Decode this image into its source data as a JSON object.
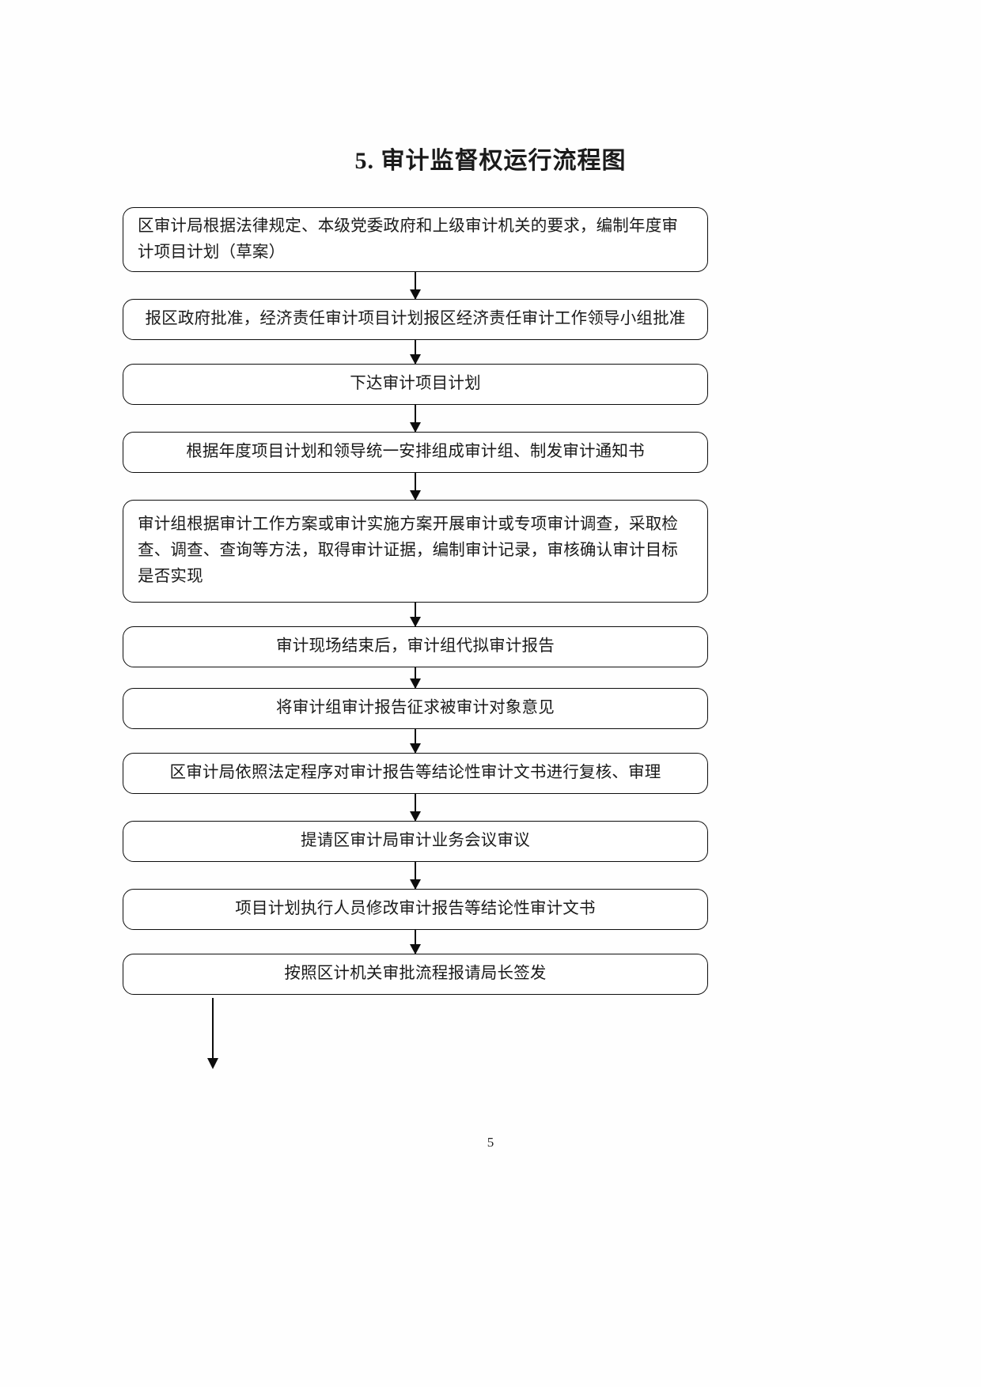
{
  "document": {
    "title": "5. 审计监督权运行流程图",
    "page_number": "5",
    "background_color": "#ffffff",
    "line_color": "#0d0d0d"
  },
  "flowchart": {
    "type": "flowchart",
    "orientation": "vertical",
    "node_shape": "rounded-rectangle",
    "nodes": [
      {
        "id": "n1",
        "label": "区审计局根据法律规定、本级党委政府和上级审计机关的要求，编制年度审计项目计划（草案）",
        "align": "left",
        "size": "tall"
      },
      {
        "id": "n2",
        "label": "报区政府批准，经济责任审计项目计划报区经济责任审计工作领导小组批准",
        "align": "center",
        "size": "normal"
      },
      {
        "id": "n3",
        "label": "下达审计项目计划",
        "align": "center",
        "size": "normal"
      },
      {
        "id": "n4",
        "label": "根据年度项目计划和领导统一安排组成审计组、制发审计通知书",
        "align": "center",
        "size": "normal"
      },
      {
        "id": "n5",
        "label": "审计组根据审计工作方案或审计实施方案开展审计或专项审计调查，采取检查、调查、查询等方法，取得审计证据，编制审计记录，审核确认审计目标是否实现",
        "align": "left",
        "size": "big"
      },
      {
        "id": "n6",
        "label": "审计现场结束后，审计组代拟审计报告",
        "align": "center",
        "size": "normal"
      },
      {
        "id": "n7",
        "label": "将审计组审计报告征求被审计对象意见",
        "align": "center",
        "size": "normal"
      },
      {
        "id": "n8",
        "label": "区审计局依照法定程序对审计报告等结论性审计文书进行复核、审理",
        "align": "center",
        "size": "normal"
      },
      {
        "id": "n9",
        "label": "提请区审计局审计业务会议审议",
        "align": "center",
        "size": "normal"
      },
      {
        "id": "n10",
        "label": "项目计划执行人员修改审计报告等结论性审计文书",
        "align": "center",
        "size": "normal"
      },
      {
        "id": "n11",
        "label": "按照区计机关审批流程报请局长签发",
        "align": "center",
        "size": "normal"
      }
    ],
    "connectors": [
      {
        "from": "n1",
        "to": "n2",
        "style": "arrow-down"
      },
      {
        "from": "n2",
        "to": "n3",
        "style": "arrow-down"
      },
      {
        "from": "n3",
        "to": "n4",
        "style": "arrow-down"
      },
      {
        "from": "n4",
        "to": "n5",
        "style": "arrow-down"
      },
      {
        "from": "n5",
        "to": "n6",
        "style": "arrow-down"
      },
      {
        "from": "n6",
        "to": "n7",
        "style": "arrow-down"
      },
      {
        "from": "n7",
        "to": "n8",
        "style": "arrow-down"
      },
      {
        "from": "n8",
        "to": "n9",
        "style": "arrow-down"
      },
      {
        "from": "n9",
        "to": "n10",
        "style": "arrow-down"
      },
      {
        "from": "n10",
        "to": "n11",
        "style": "arrow-down"
      }
    ],
    "trailing_connector": {
      "from": "n11",
      "to": "next-page",
      "style": "arrow-down-long"
    }
  }
}
